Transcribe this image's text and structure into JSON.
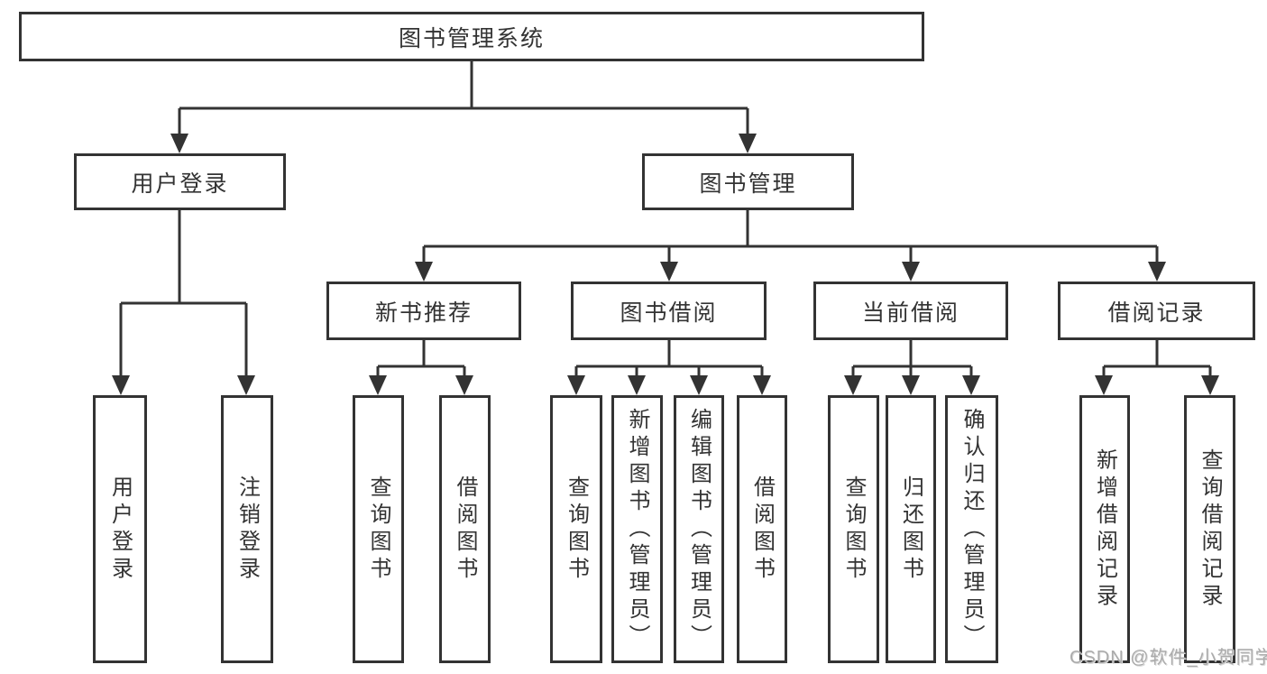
{
  "diagram": {
    "root": {
      "label": "图书管理系统"
    },
    "branches": [
      {
        "label": "用户登录",
        "children": [
          {
            "label": "用户登录"
          },
          {
            "label": "注销登录"
          }
        ]
      },
      {
        "label": "图书管理",
        "children": [
          {
            "label": "新书推荐",
            "children": [
              {
                "label": "查询图书"
              },
              {
                "label": "借阅图书"
              }
            ]
          },
          {
            "label": "图书借阅",
            "children": [
              {
                "label": "查询图书"
              },
              {
                "label": "新增图书（管理员）"
              },
              {
                "label": "编辑图书（管理员）"
              },
              {
                "label": "借阅图书"
              }
            ]
          },
          {
            "label": "当前借阅",
            "children": [
              {
                "label": "查询图书"
              },
              {
                "label": "归还图书"
              },
              {
                "label": "确认归还（管理员）"
              }
            ]
          },
          {
            "label": "借阅记录",
            "children": [
              {
                "label": "新增借阅记录"
              },
              {
                "label": "查询借阅记录"
              }
            ]
          }
        ]
      }
    ]
  },
  "watermark": {
    "text": "CSDN @软件_小贺同学",
    "color": "#ababab"
  },
  "colors": {
    "line": "#333333",
    "box_border": "#333333",
    "text": "#333333",
    "background": "#ffffff"
  }
}
